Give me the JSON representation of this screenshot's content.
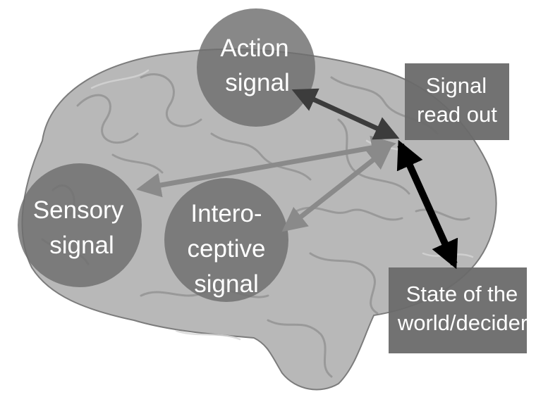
{
  "nodes": {
    "action": {
      "line1": "Action",
      "line2": "signal"
    },
    "sensory": {
      "line1": "Sensory",
      "line2": "signal"
    },
    "interoceptive": {
      "line1": "Intero-",
      "line2": "ceptive",
      "line3": "signal"
    },
    "readout": {
      "line1": "Signal",
      "line2": "read out"
    },
    "world": {
      "line1": "State of the",
      "line2": "world/decider"
    }
  },
  "colors": {
    "brain": "#b5b5b5",
    "circle": "#6e6e6e",
    "box": "#6a6a6a",
    "arrow_gray": "#8a8a8a",
    "arrow_dark": "#3c3c3c",
    "arrow_black": "#000000"
  }
}
